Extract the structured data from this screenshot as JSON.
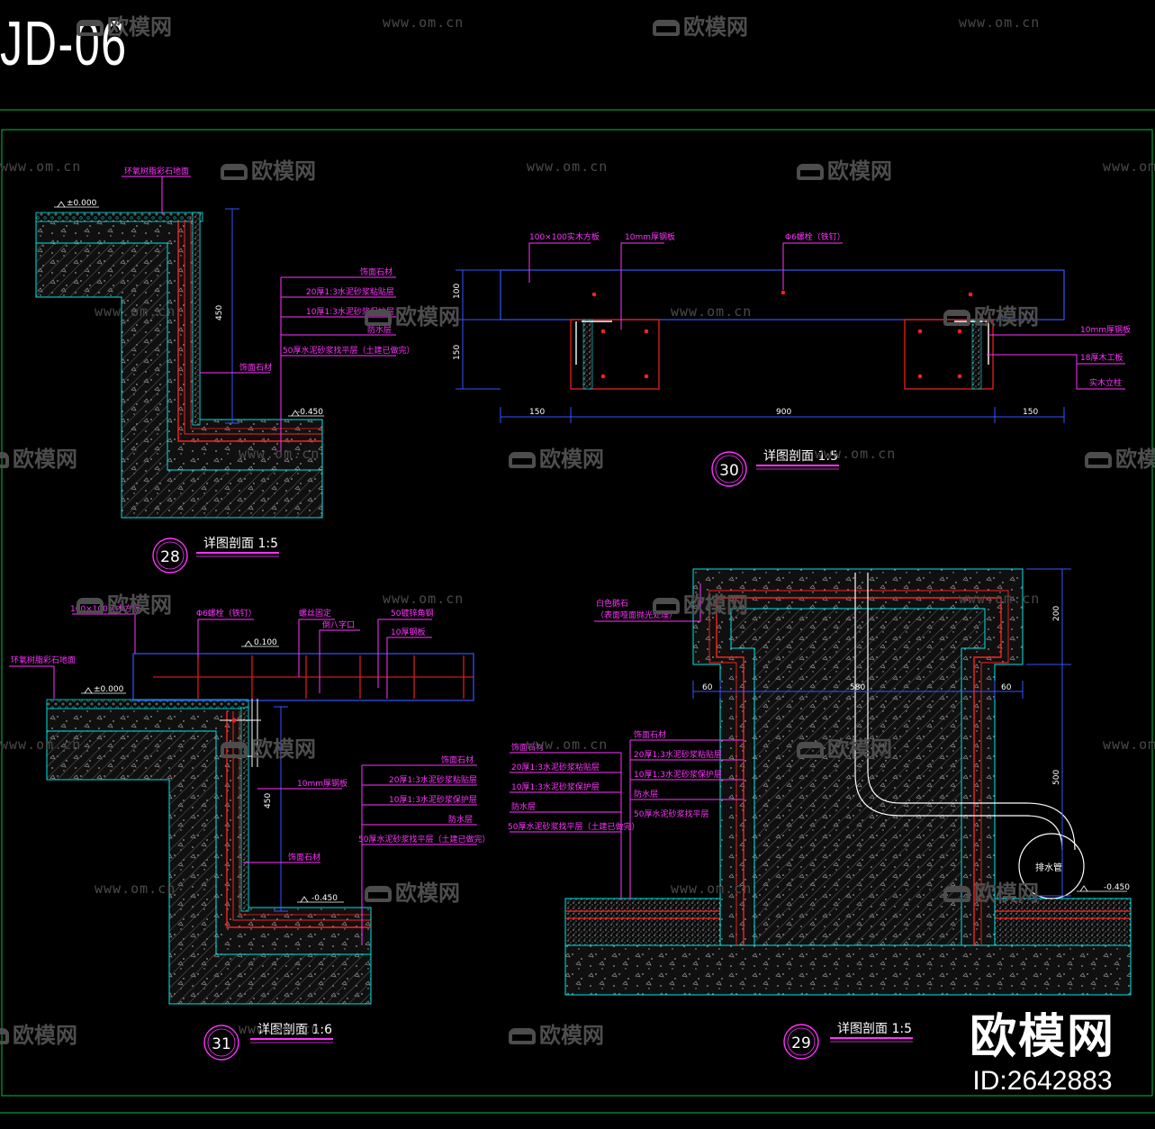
{
  "sheet": {
    "title": "JD-06"
  },
  "watermarks": {
    "url_text": "www.om.cn",
    "logo_text": "欧模网",
    "logo_icon": "sofa-icon"
  },
  "brand": {
    "name": "欧模网",
    "id": "ID:2642883"
  },
  "colors": {
    "background": "#000000",
    "frame": "#00c040",
    "leader": "#ff33ff",
    "dimension": "#3355ff",
    "outline": "#00e5e5",
    "rebar": "#ff2020",
    "hatch": "#7a7a7a",
    "text": "#ffffff"
  },
  "details": {
    "d28": {
      "number": "28",
      "title": "详图剖面 1:5",
      "level_top": "±0.000",
      "level_bottom": "-0.450",
      "dim_height": "450",
      "surface_note": "环氧树脂彩石地面",
      "stone_note": "饰面石材",
      "layers": [
        "饰面石材",
        "20厚1:3水泥砂浆粘贴层",
        "10厚1:3水泥砂浆保护层",
        "防水层",
        "50厚水泥砂浆找平层（土建已做完）"
      ]
    },
    "d30": {
      "number": "30",
      "title": "详图剖面 1:5",
      "top_notes": [
        "100×100实木方板",
        "10mm厚钢板",
        "Φ6螺栓（铁钉）"
      ],
      "side_notes": [
        "10mm厚钢板",
        "18厚木工板",
        "实木立柱"
      ],
      "dim_left": "150",
      "dim_mid": "900",
      "dim_right": "150",
      "dim_v1": "100",
      "dim_v2": "150"
    },
    "d31": {
      "number": "31",
      "title": "详图剖面 1:6",
      "level_top": "±0.000",
      "level_rail": "0.100",
      "level_bottom": "-0.450",
      "dim_height": "450",
      "surface_note": "环氧树脂彩石地面",
      "top_notes": [
        "100×100实木方板",
        "Φ6螺栓（铁钉）",
        "螺丝固定",
        "倒八字口",
        "50镀锌角钢",
        "10厚钢板"
      ],
      "plate_note": "10mm厚钢板",
      "stone_note": "饰面石材",
      "layers": [
        "饰面石材",
        "20厚1:3水泥砂浆粘贴层",
        "10厚1:3水泥砂浆保护层",
        "防水层",
        "50厚水泥砂浆找平层（土建已做完）"
      ]
    },
    "d29": {
      "number": "29",
      "title": "详图剖面 1:5",
      "cap_note": "白色鹅石",
      "cap_note2": "（表面哑面抛光处理）",
      "level_bottom": "-0.450",
      "dim_cap": "200",
      "dim_body": "500",
      "dim_width": "580",
      "dim_left": "60",
      "dim_right": "60",
      "pipe_note": "排水管",
      "layers_left": [
        "饰面石材",
        "20厚1:3水泥砂浆粘贴层",
        "10厚1:3水泥砂浆保护层",
        "防水层",
        "50厚水泥砂浆找平层（土建已做完）"
      ],
      "layers_right": [
        "饰面石材",
        "20厚1:3水泥砂浆粘贴层",
        "10厚1:3水泥砂浆保护层",
        "防水层",
        "50厚水泥砂浆找平层"
      ]
    }
  }
}
